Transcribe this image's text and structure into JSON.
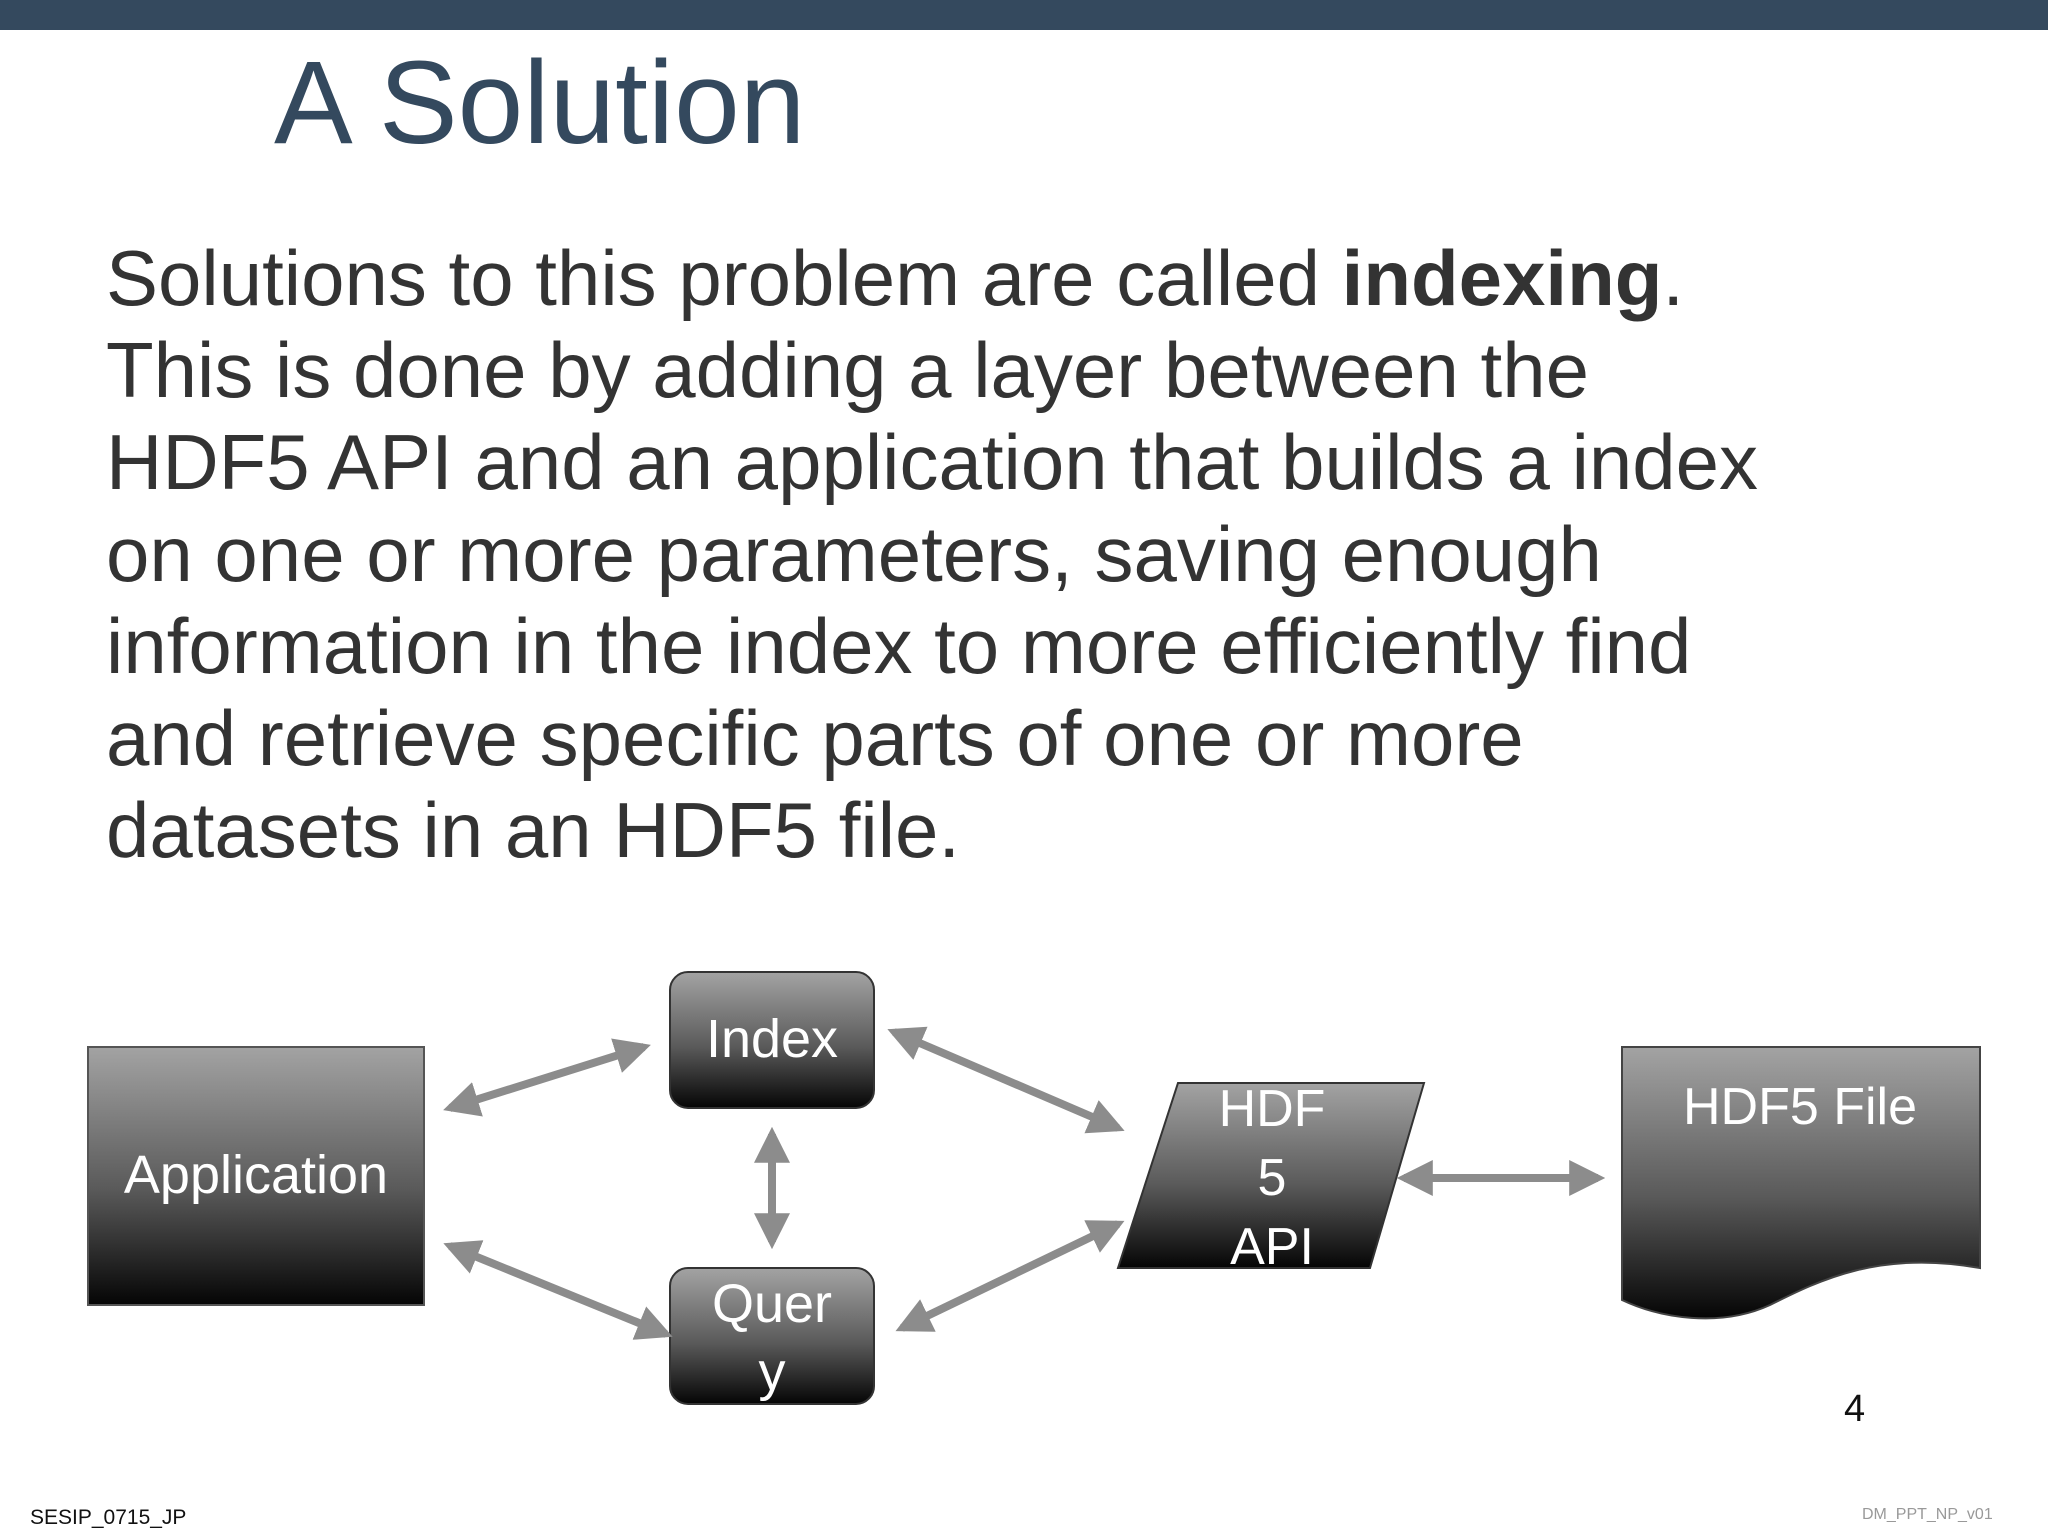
{
  "slide": {
    "title": "A Solution",
    "body": {
      "line1_pre": "Solutions to this problem are called ",
      "line1_bold": "indexing",
      "line1_post": ".",
      "line2": "This is done by adding a layer between the",
      "line3": "HDF5 API and an application that builds a index",
      "line4": "on one or more parameters, saving enough",
      "line5": "information in the index to more efficiently find",
      "line6": "and retrieve specific parts of one or more",
      "line7": "datasets in an HDF5 file."
    },
    "page_number": "4",
    "footer_left": "SESIP_0715_JP",
    "footer_right": "DM_PPT_NP_v01"
  },
  "diagram": {
    "application": "Application",
    "index": "Index",
    "query_line1": "Quer",
    "query_line2": "y",
    "api_line1": "HDF",
    "api_line2": "5",
    "api_line3": "API",
    "file": "HDF5 File"
  },
  "colors": {
    "top_bar": "#34495e",
    "title": "#34495e",
    "body_text": "#333333",
    "arrow": "#8c8c8c",
    "shape_gradient_top": "#9a9a9a",
    "shape_gradient_bottom": "#0a0a0a"
  }
}
